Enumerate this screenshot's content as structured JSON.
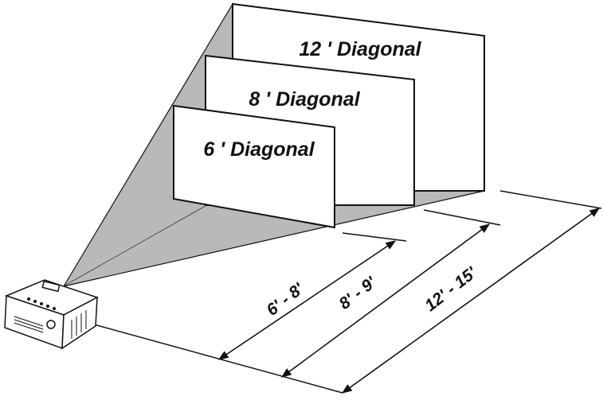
{
  "screens": [
    {
      "label": "12 ' Diagonal"
    },
    {
      "label": "8 ' Diagonal"
    },
    {
      "label": "6 ' Diagonal"
    }
  ],
  "distances": [
    {
      "label": "6' - 8'"
    },
    {
      "label": "8' - 9'"
    },
    {
      "label": "12' - 15'"
    }
  ],
  "colors": {
    "beam": "#b9b9b9",
    "line": "#111111",
    "screen": "#ffffff"
  }
}
